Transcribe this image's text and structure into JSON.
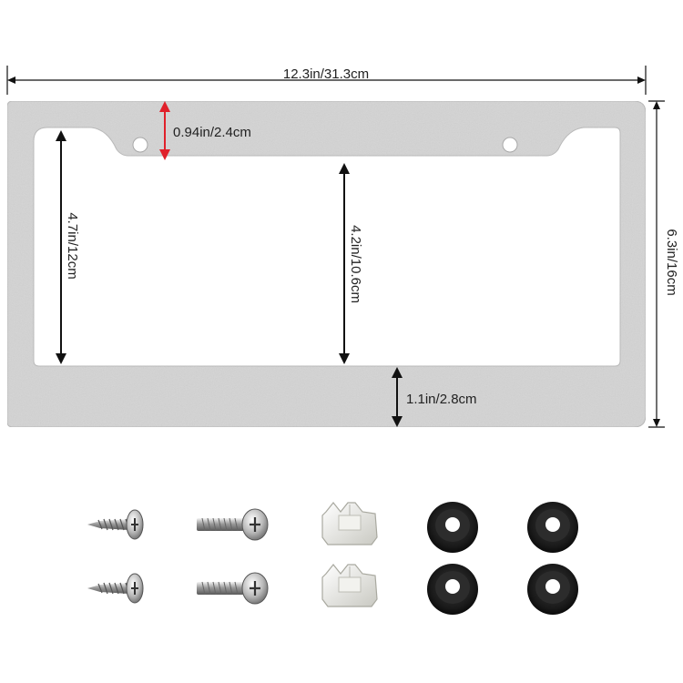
{
  "dimensions": {
    "overall_width": "12.3in/31.3cm",
    "overall_height": "6.3in/16cm",
    "top_border": "0.94in/2.4cm",
    "window_height_left": "4.7in/12cm",
    "window_height_center": "4.2in/10.6cm",
    "bottom_border": "1.1in/2.8cm"
  },
  "colors": {
    "frame": "#d2d2d2",
    "frame_edge": "#b4b4b4",
    "arrow": "#111111",
    "accent_arrow": "#e0202a",
    "washer": "#151515",
    "cap": "#e8e8e4"
  },
  "hardware": {
    "items": [
      {
        "icon": "tapping-screw-icon",
        "count": 2
      },
      {
        "icon": "machine-screw-icon",
        "count": 2
      },
      {
        "icon": "plastic-anchor-icon",
        "count": 2
      },
      {
        "icon": "rubber-washer-icon",
        "count": 4
      }
    ]
  }
}
